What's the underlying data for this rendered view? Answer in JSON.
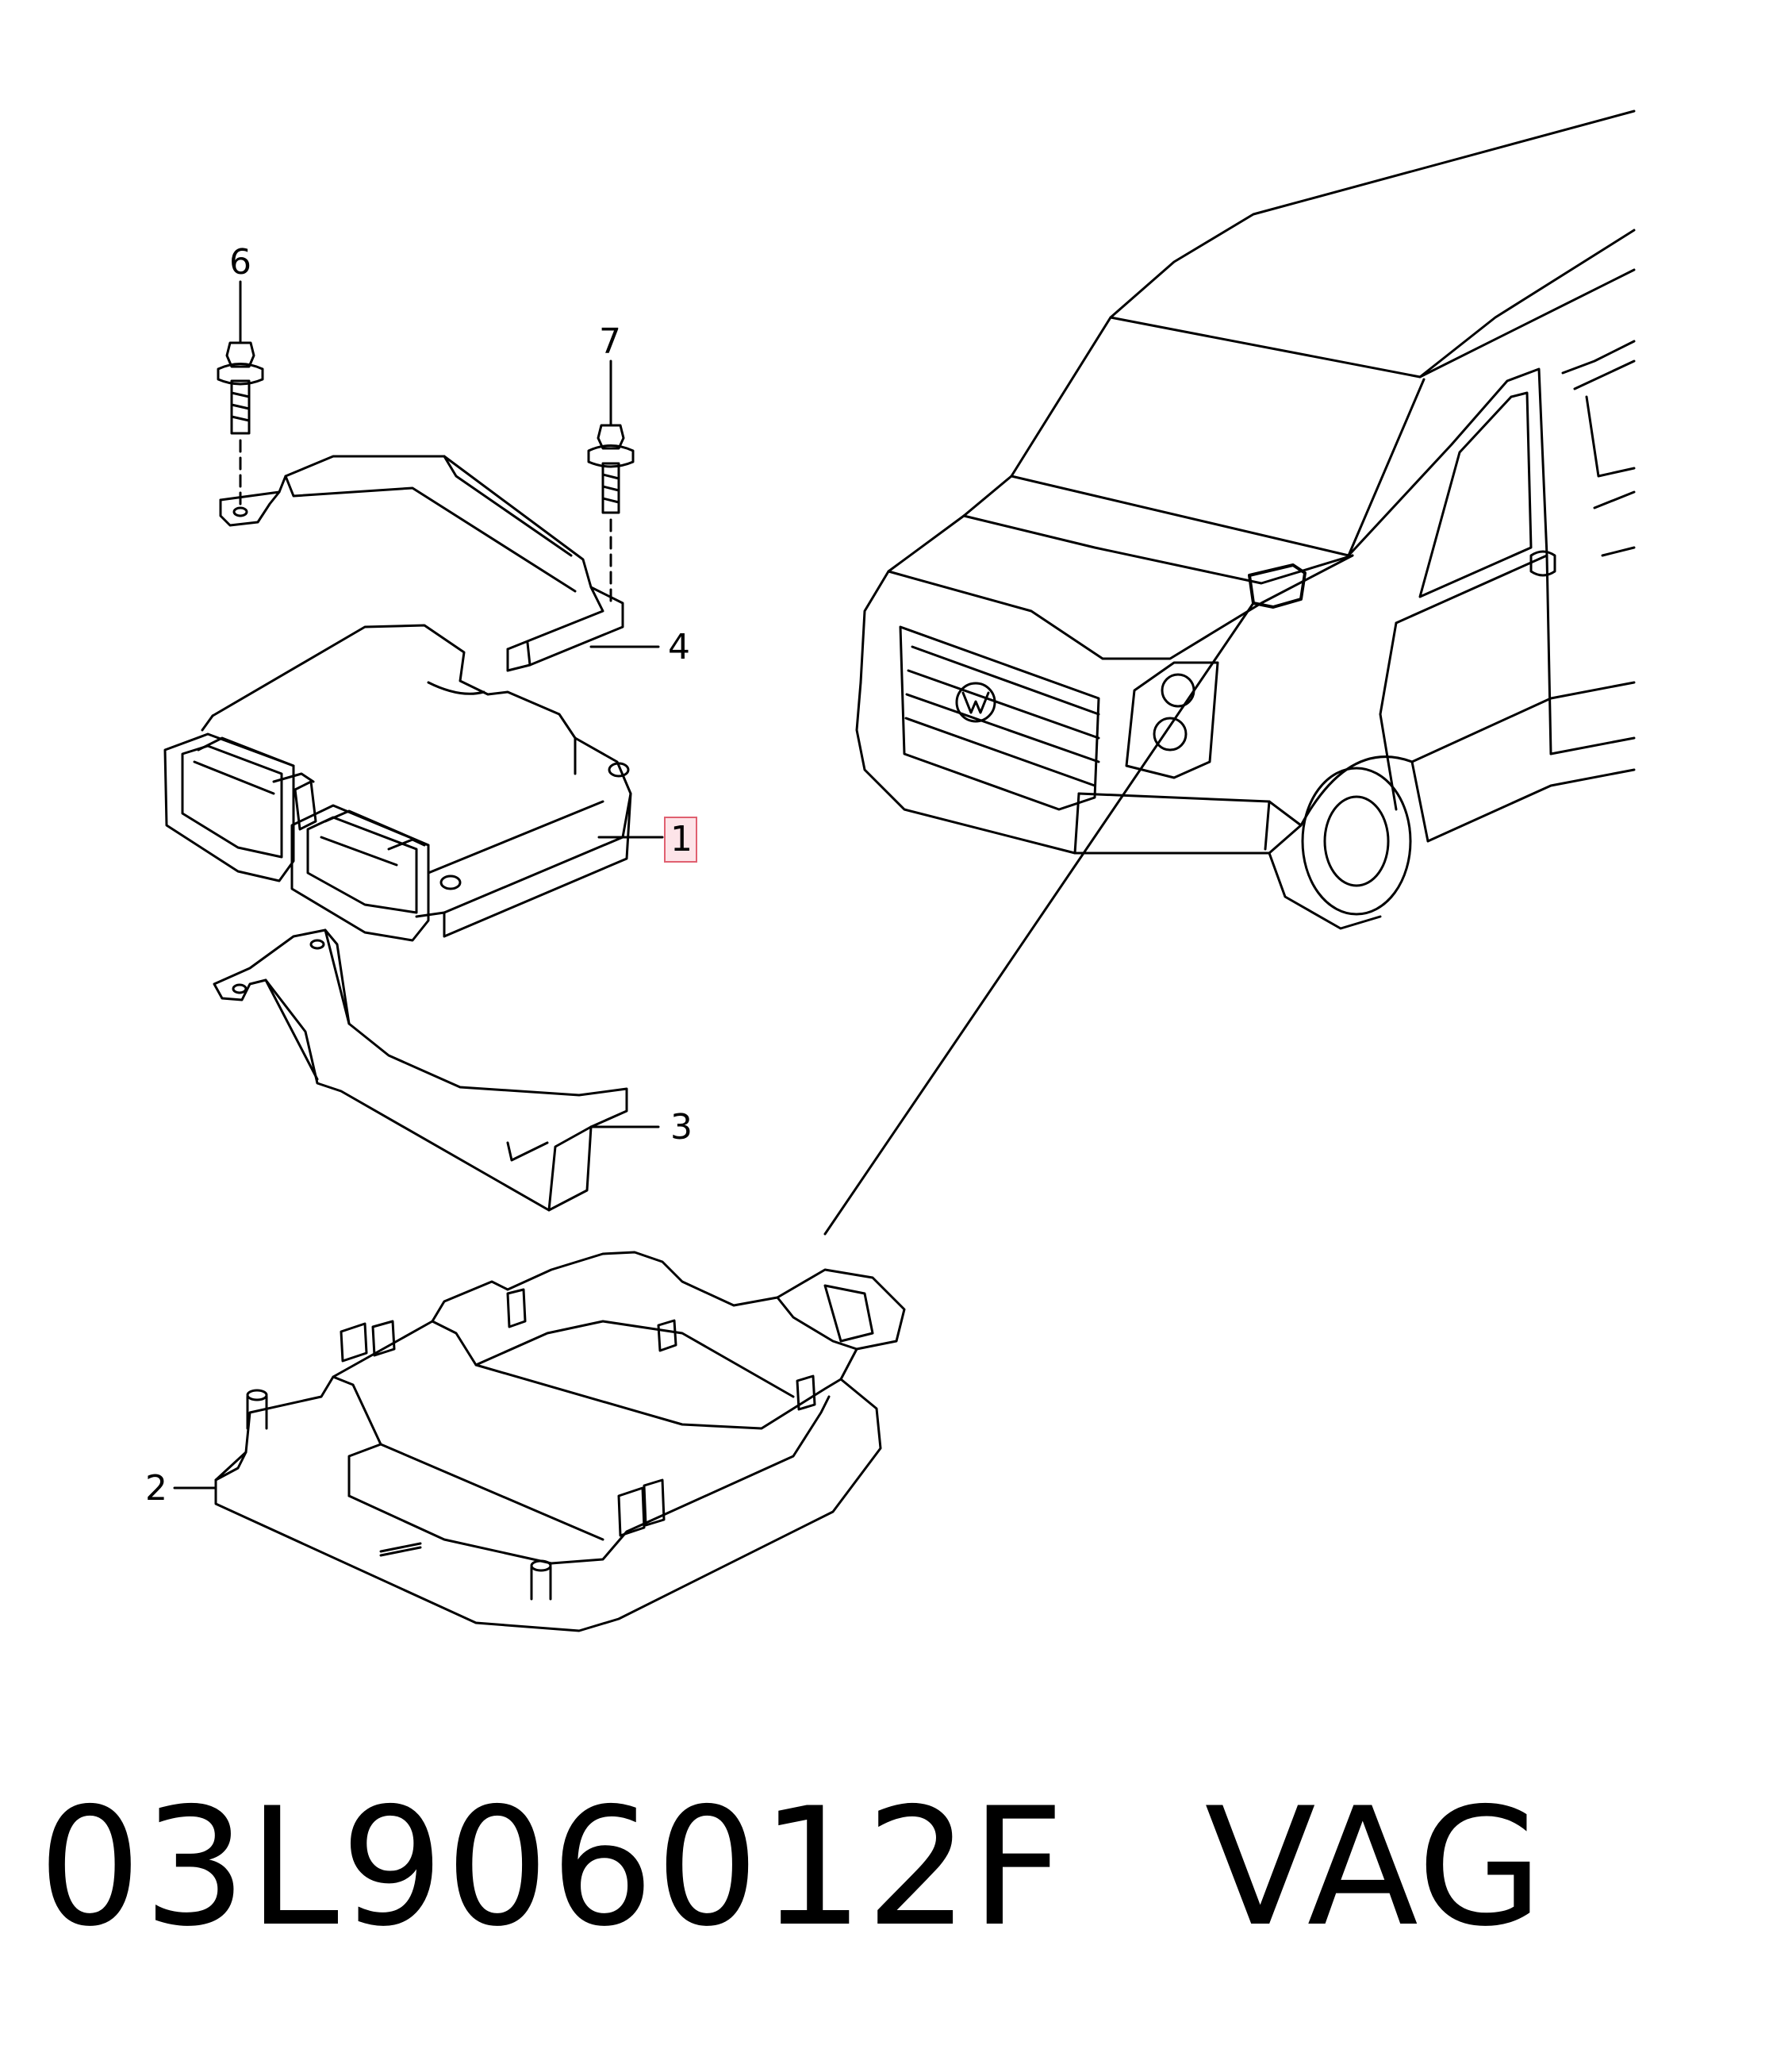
{
  "labels": {
    "ecu": "1",
    "tray": "2",
    "lower_bracket": "3",
    "upper_bracket": "4",
    "bolt_left": "6",
    "bolt_right": "7"
  },
  "caption": {
    "part_number": "03L906012F",
    "brand": "VAG"
  },
  "colors": {
    "line": "#000000",
    "highlight_border": "#e06070",
    "highlight_fill": "#fde4e8"
  }
}
